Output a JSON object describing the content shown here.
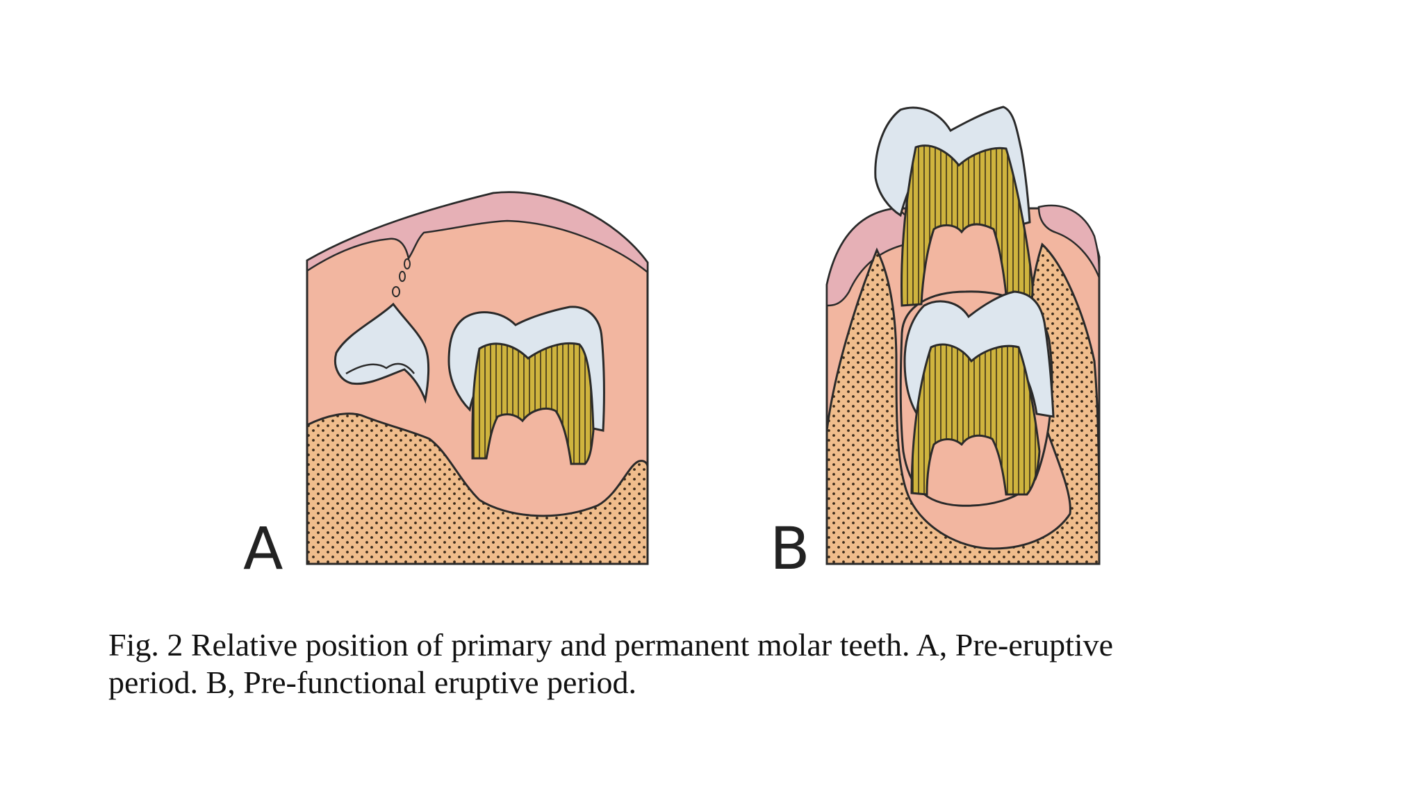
{
  "panels": [
    {
      "letter": "A"
    },
    {
      "letter": "B"
    }
  ],
  "caption": {
    "line1": "Fig. 2 Relative position of primary and permanent molar teeth. A, Pre-eruptive",
    "line2": "period. B, Pre-functional eruptive period."
  },
  "colors": {
    "soft_tissue": "#f2b6a0",
    "gingiva": "#e6b0b6",
    "bone": "#f0bd8c",
    "enamel": "#dde6ee",
    "dentin": "#cfb43e",
    "outline": "#2a2a2a"
  }
}
